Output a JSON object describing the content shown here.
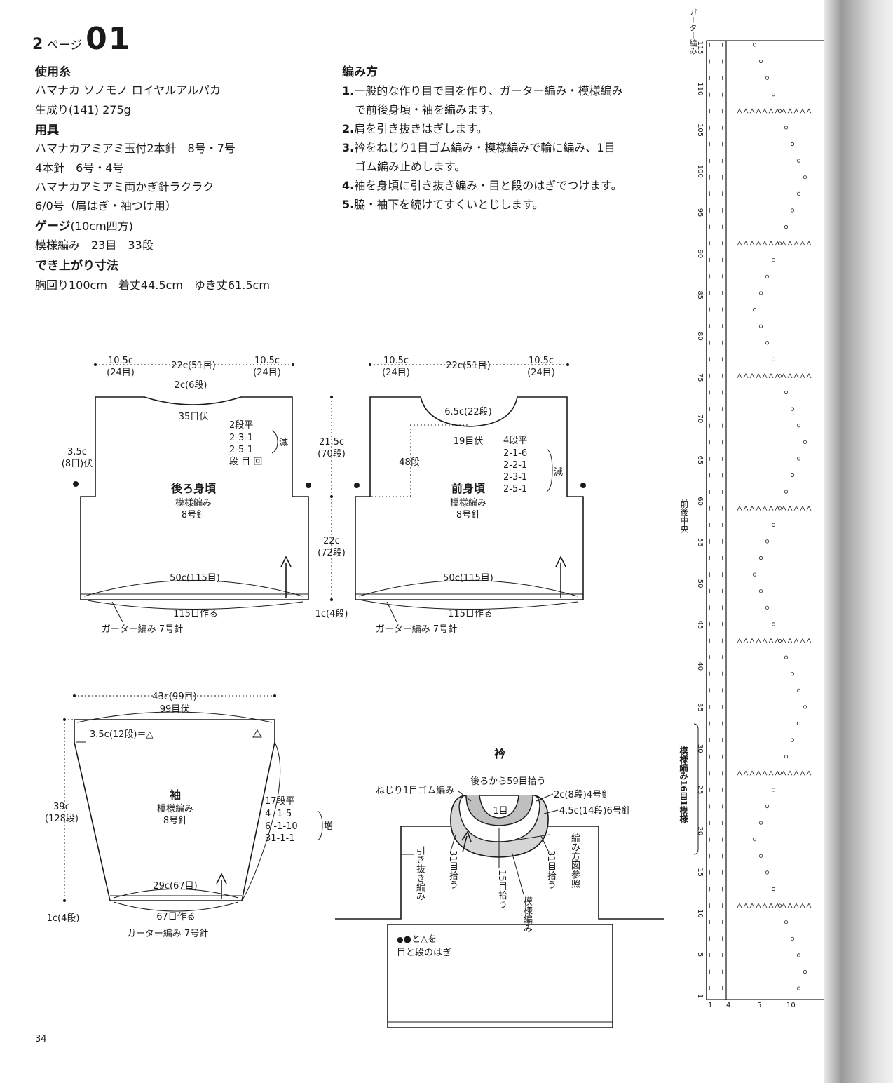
{
  "header": {
    "page_num": "2",
    "page_word": "ページ",
    "pattern_no": "01"
  },
  "materials": {
    "yarn_title": "使用糸",
    "yarn_lines": [
      "ハマナカ ソノモノ ロイヤルアルパカ",
      "生成り(141) 275g"
    ],
    "tools_title": "用具",
    "tools_lines": [
      "ハマナカアミアミ玉付2本針　8号・7号",
      "4本針　6号・4号",
      "ハマナカアミアミ両かぎ針ラクラク",
      "6/0号（肩はぎ・袖つけ用）"
    ],
    "gauge_title": "ゲージ",
    "gauge_note": "(10cm四方)",
    "gauge_line": "模様編み　23目　33段",
    "size_title": "でき上がり寸法",
    "size_line": "胸回り100cm　着丈44.5cm　ゆき丈61.5cm"
  },
  "instructions": {
    "title": "編み方",
    "steps": [
      {
        "n": "1.",
        "lines": [
          "一般的な作り目で目を作り、ガーター編み・模様編み",
          "で前後身頃・袖を編みます。"
        ]
      },
      {
        "n": "2.",
        "lines": [
          "肩を引き抜きはぎします。"
        ]
      },
      {
        "n": "3.",
        "lines": [
          "衿をねじり1目ゴム編み・模様編みで輪に編み、1目",
          "ゴム編み止めします。"
        ]
      },
      {
        "n": "4.",
        "lines": [
          "袖を身頃に引き抜き編み・目と段のはぎでつけます。"
        ]
      },
      {
        "n": "5.",
        "lines": [
          "脇・袖下を続けてすくいとじします。"
        ]
      }
    ]
  },
  "back": {
    "top_left": "10.5c",
    "top_left_st": "(24目)",
    "top_mid": "22c(51目)",
    "top_right": "10.5c",
    "top_right_st": "(24目)",
    "neck_depth": "2c(6段)",
    "neck_bind": "35目伏",
    "dec1": "2段平",
    "dec2": "2-3-1",
    "dec3": "2-5-1",
    "dec_hdr": "段 目 回",
    "dec_word": "減",
    "armhole": "3.5c",
    "armhole_st": "(8目)伏",
    "title": "後ろ身頃",
    "stitch": "模様編み",
    "needle": "8号針",
    "width": "50c(115目)",
    "cast_on": "115目作る",
    "garter": "ガーター編み 7号針"
  },
  "mid_dims": {
    "upper": "21.5c",
    "upper_rows": "(70段)",
    "lower": "22c",
    "lower_rows": "(72段)",
    "hem": "1c(4段)"
  },
  "front": {
    "top_left": "10.5c",
    "top_left_st": "(24目)",
    "top_mid": "22c(51目)",
    "top_right": "10.5c",
    "top_right_st": "(24目)",
    "neck_depth": "6.5c(22段)",
    "neck_bind": "19目伏",
    "rows48": "48段",
    "dec0": "4段平",
    "dec1": "2-1-6",
    "dec2": "2-2-1",
    "dec3": "2-3-1",
    "dec4": "2-5-1",
    "dec_word": "減",
    "title": "前身頃",
    "stitch": "模様編み",
    "needle": "8号針",
    "width": "50c(115目)",
    "cast_on": "115目作る",
    "garter": "ガーター編み 7号針"
  },
  "sleeve": {
    "top_width": "43c(99目)",
    "top_bind": "99目伏",
    "tri": "3.5c(12段)＝△",
    "height": "39c",
    "height_rows": "(128段)",
    "hem": "1c(4段)",
    "title": "袖",
    "stitch": "模様編み",
    "needle": "8号針",
    "inc0": "17段平",
    "inc1": "4 -1-5",
    "inc2": "6 -1-10",
    "inc3": "31-1-1",
    "inc_word": "増",
    "bottom_width": "29c(67目)",
    "cast_on": "67目作る",
    "garter": "ガーター編み 7号針"
  },
  "collar": {
    "title": "衿",
    "pickup_back": "後ろから59目拾う",
    "rib": "ねじり1目ゴム編み",
    "rib_size": "2c(8段)4号針",
    "pattern_size": "4.5c(14段)6号針",
    "one_st": "1目",
    "ref": "編み方図参照",
    "left31": "31目拾う",
    "mid15": "15目拾う",
    "right31": "31目拾う",
    "pattern": "模様編み",
    "slip": "引き抜き編み",
    "join": "●と△を",
    "join2": "目と段のはぎ"
  },
  "chart": {
    "headers": [
      "ガーター編み"
    ],
    "row_labels": [
      "115",
      "110",
      "105",
      "100",
      "95",
      "90",
      "85",
      "80",
      "75",
      "70",
      "65",
      "60",
      "55",
      "50",
      "45",
      "40",
      "35",
      "30",
      "25",
      "20",
      "15",
      "10",
      "5",
      "1"
    ],
    "col_labels": [
      "1",
      "4",
      "5",
      "10"
    ],
    "center_label": "前後中央",
    "repeat_label": "模様編み16目1模様"
  },
  "page_number": "34"
}
